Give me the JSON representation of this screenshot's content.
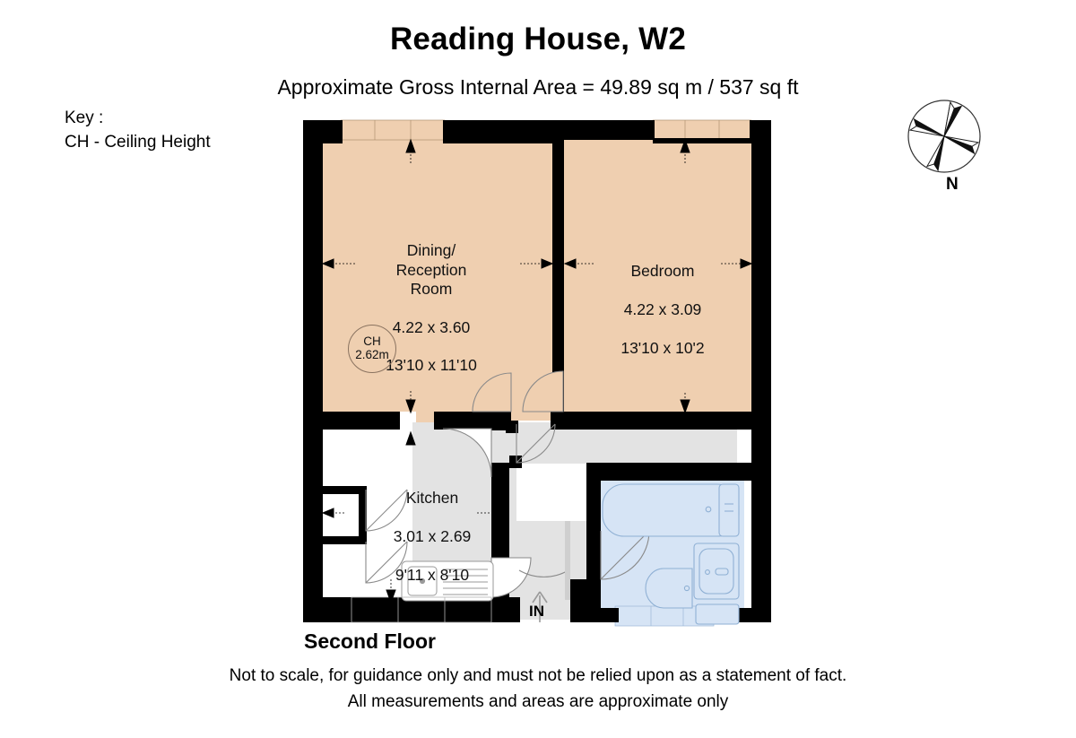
{
  "header": {
    "title": "Reading House, W2",
    "subtitle": "Approximate Gross Internal Area = 49.89 sq m /  537 sq ft"
  },
  "key": {
    "heading": "Key :",
    "line": "CH - Ceiling Height"
  },
  "compass": {
    "north_label": "N",
    "icon": "compass-rose-icon"
  },
  "floor": {
    "label": "Second Floor"
  },
  "disclaimer": {
    "line1": "Not to scale, for guidance only and must not be relied upon as a statement of fact.",
    "line2": "All measurements and areas are approximate only"
  },
  "rooms": [
    {
      "id": "dining-reception",
      "name": "Dining/\nReception\nRoom",
      "metric": "4.22 x 3.60",
      "imperial": "13'10 x 11'10",
      "fill": "#EFCFB0"
    },
    {
      "id": "bedroom",
      "name": "Bedroom",
      "metric": "4.22 x 3.09",
      "imperial": "13'10 x 10'2",
      "fill": "#EFCFB0"
    },
    {
      "id": "kitchen",
      "name": "Kitchen",
      "metric": "3.01 x 2.69",
      "imperial": "9'11 x 8'10",
      "fill": "#FFFFFF"
    },
    {
      "id": "hallway",
      "name": "",
      "metric": "",
      "imperial": "",
      "fill": "#E3E3E3"
    },
    {
      "id": "bathroom",
      "name": "",
      "metric": "",
      "imperial": "",
      "fill": "#D6E4F5"
    }
  ],
  "ceiling_height": {
    "abbrev": "CH",
    "value": "2.62m"
  },
  "entrance": {
    "label": "IN"
  },
  "colors": {
    "wall": "#000000",
    "room": "#EFCFB0",
    "hallway": "#E3E3E3",
    "bathroom": "#D6E4F5",
    "page_background": "#FFFFFF",
    "text": "#000000"
  }
}
